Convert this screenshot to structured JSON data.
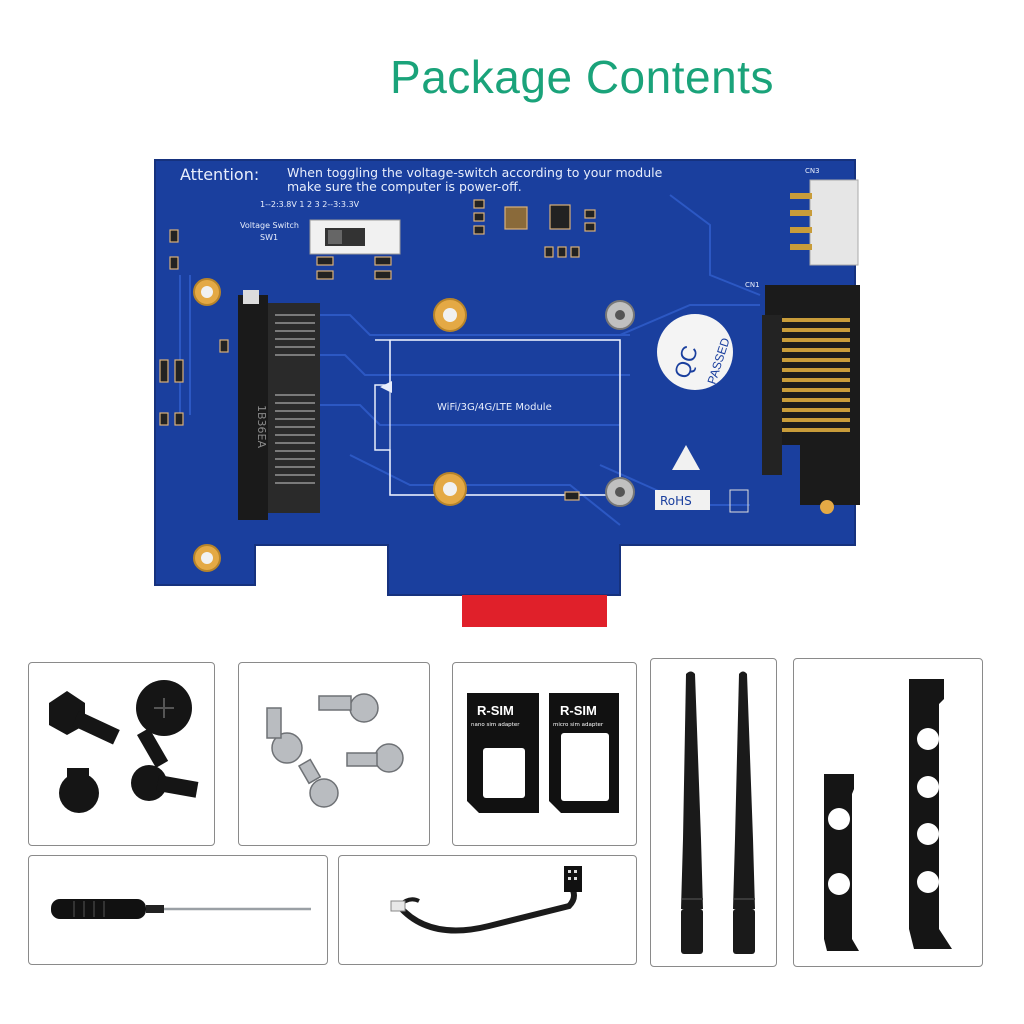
{
  "header": {
    "title": "Package Contents"
  },
  "board": {
    "attention": "Attention:",
    "notice_line1": "When toggling the voltage-switch according to your module",
    "notice_line2": "make sure the computer is power-off.",
    "switch_note": "1--2:3.8V   1    2    3   2--3:3.3V",
    "switch_label": "Voltage Switch",
    "switch_ref": "SW1",
    "module_label": "WiFi/3G/4G/LTE Module",
    "qc_text": "QC",
    "qc_passed": "PASSED",
    "rohs": "RoHS",
    "connector_ref": "CN1",
    "connector2_ref": "CN3",
    "slot_text": "1B36EA",
    "colors": {
      "pcb": "#1a3f9e",
      "trace": "#2f5bc8",
      "pad": "#e4a945",
      "tab": "#e0202a"
    }
  },
  "accessories": {
    "sim_adapters": [
      {
        "brand": "R-SIM",
        "caption": "nano sim adapter"
      },
      {
        "brand": "R-SIM",
        "caption": "micro sim adapter"
      }
    ]
  }
}
